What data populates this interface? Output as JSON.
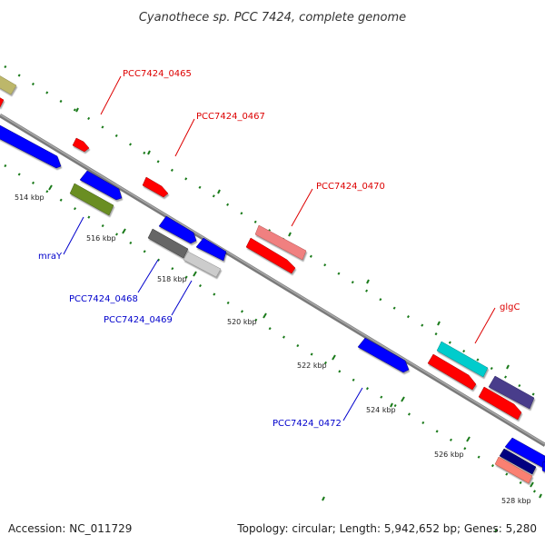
{
  "title": "Cyanothece sp. PCC 7424, complete genome",
  "footer": {
    "accession": "Accession: NC_011729",
    "summary": "Topology: circular; Length: 5,942,652 bp; Genes: 5,280"
  },
  "ticks": [
    "514 kbp",
    "516 kbp",
    "518 kbp",
    "520 kbp",
    "522 kbp",
    "524 kbp",
    "526 kbp",
    "528 kbp"
  ],
  "labels": {
    "forward": [
      "PCC7424_0465",
      "PCC7424_0467",
      "PCC7424_0470",
      "glgC"
    ],
    "reverse": [
      "mraY",
      "PCC7424_0468",
      "PCC7424_0469",
      "PCC7424_0472"
    ]
  },
  "colors": {
    "backbone": "#888888",
    "tick": "#1a7a1a",
    "label_forward": "#dd0000",
    "label_reverse": "#0000cc",
    "cds_red": "#ff0000",
    "cds_blue": "#0000ff",
    "olive": "#6b8e23",
    "khaki": "#bdb76b",
    "dark_gray": "#666666",
    "light_gray": "#cccccc",
    "salmon": "#f08080",
    "cyan": "#00cccc",
    "dark_slate": "#483d8b",
    "navy": "#000080",
    "coral": "#fa8072"
  }
}
